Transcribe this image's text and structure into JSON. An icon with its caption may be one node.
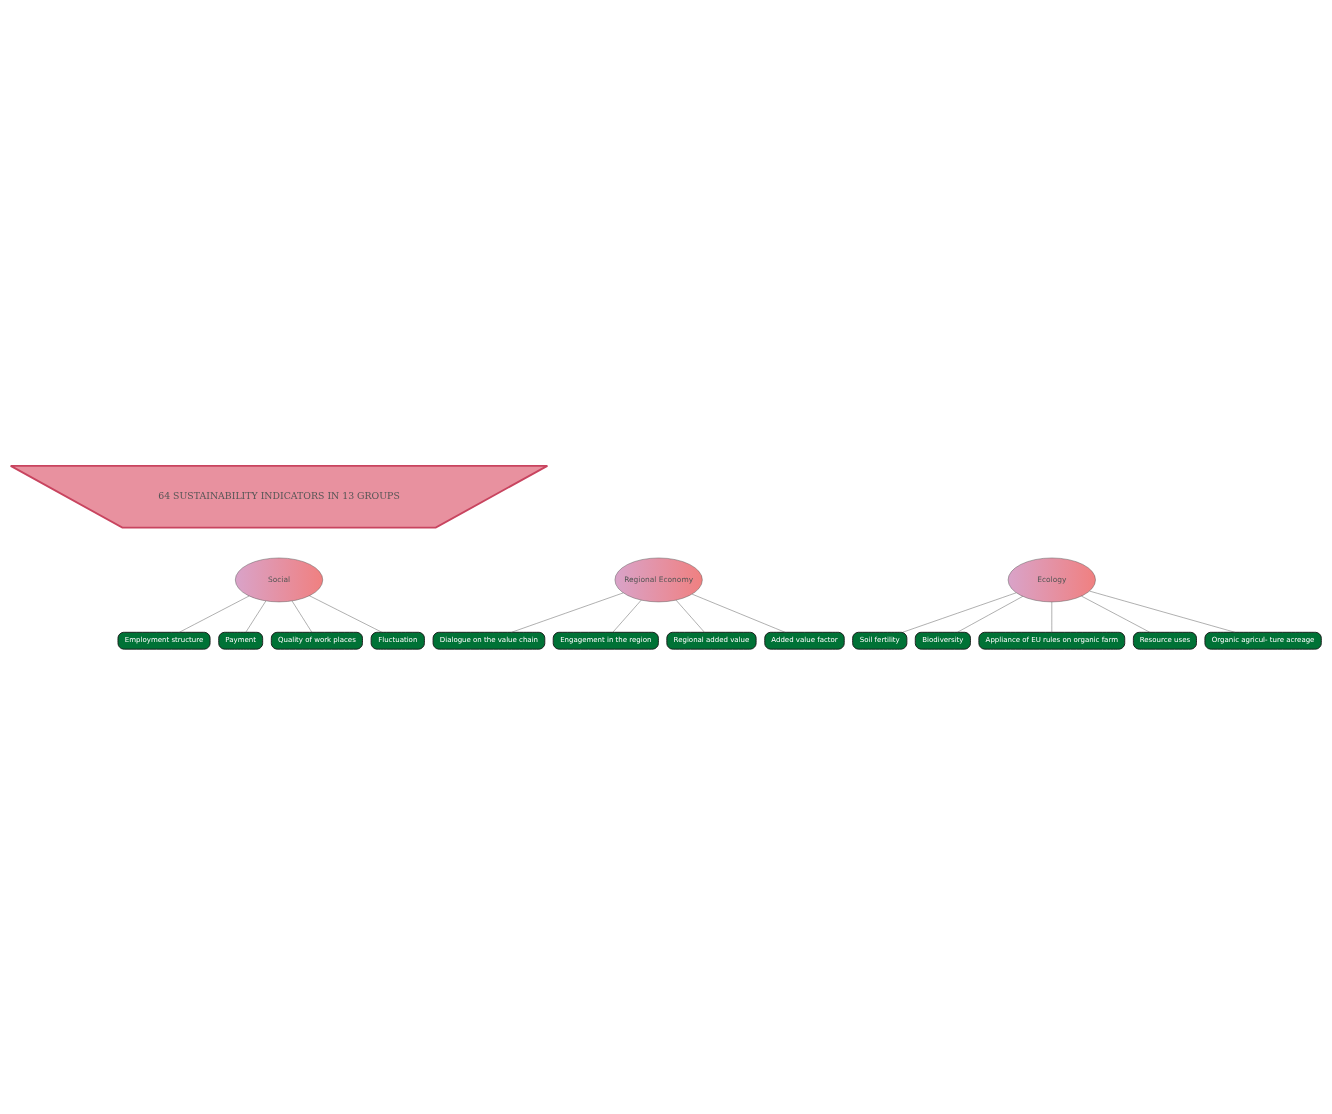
{
  "diagram": {
    "nodes": [
      {
        "text": [
          "64 SUSTAINABILITY INDICATORS IN 13 GROUPS"
        ]
      },
      {
        "text": [
          "Social"
        ]
      },
      {
        "text": [
          "Regional Economy"
        ]
      },
      {
        "text": [
          "Ecology"
        ]
      },
      {
        "text": [
          "Employment structure"
        ]
      },
      {
        "text": [
          "Payment"
        ]
      },
      {
        "text": [
          "Quality of work places"
        ]
      },
      {
        "text": [
          "Fluctuation"
        ]
      },
      {
        "text": [
          "Soil fertility"
        ]
      },
      {
        "text": [
          "Biodiversity"
        ]
      },
      {
        "text": [
          "Appliance of EU rules on organic farm"
        ]
      },
      {
        "text": [
          "Resource uses"
        ]
      },
      {
        "text": [
          "Organic agricul- ture acreage"
        ]
      },
      {
        "text": [
          "Dialogue on the value chain"
        ]
      },
      {
        "text": [
          "Engagement in the region"
        ]
      },
      {
        "text": [
          "Regional added value"
        ]
      },
      {
        "text": [
          "Added value factor"
        ]
      }
    ],
    "edges": [
      {
        "from": 1,
        "to": 4,
        "arrow": "none"
      },
      {
        "from": 1,
        "to": 5,
        "arrow": "none"
      },
      {
        "from": 1,
        "to": 6,
        "arrow": "none"
      },
      {
        "from": 1,
        "to": 7,
        "arrow": "none"
      },
      {
        "from": 3,
        "to": 8,
        "arrow": "none"
      },
      {
        "from": 3,
        "to": 9,
        "arrow": "none"
      },
      {
        "from": 3,
        "to": 10,
        "arrow": "none"
      },
      {
        "from": 3,
        "to": 11,
        "arrow": "none"
      },
      {
        "from": 3,
        "to": 12,
        "arrow": "none"
      },
      {
        "from": 2,
        "to": 13,
        "arrow": "none"
      },
      {
        "from": 2,
        "to": 14,
        "arrow": "none"
      },
      {
        "from": 2,
        "to": 15,
        "arrow": "none"
      },
      {
        "from": 2,
        "to": 16,
        "arrow": "none"
      }
    ]
  }
}
